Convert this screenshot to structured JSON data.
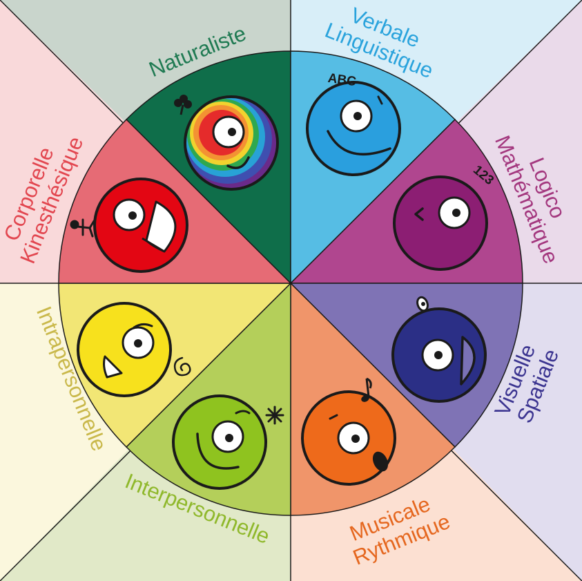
{
  "title": "",
  "colors": {
    "naturaliste": "#0f6e4a",
    "verbale": "#56bde4",
    "logico": "#b0468f",
    "visuelle": "#7f73b5",
    "musicale": "#f0956a",
    "interpersonnelle": "#b4cf5a",
    "intrapersonnelle": "#f2e675",
    "corporelle": "#e66b75"
  },
  "segments": [
    {
      "key": "naturaliste",
      "lines": [
        "Naturaliste"
      ],
      "icon": "clover-icon"
    },
    {
      "key": "verbale",
      "lines": [
        "Verbale",
        "Linguistique"
      ],
      "icon_text": "ABC"
    },
    {
      "key": "logico",
      "lines": [
        "Logico",
        "Mathématique"
      ],
      "icon_text": "123"
    },
    {
      "key": "visuelle",
      "lines": [
        "Visuelle",
        "Spatiale"
      ],
      "icon": "eye-icon"
    },
    {
      "key": "musicale",
      "lines": [
        "Musicale",
        "Rythmique"
      ],
      "icon": "music-note-icon"
    },
    {
      "key": "interpersonnelle",
      "lines": [
        "Interpersonnelle"
      ],
      "icon": "snowflake-icon"
    },
    {
      "key": "intrapersonnelle",
      "lines": [
        "Intrapersonnelle"
      ],
      "icon": "spiral-icon"
    },
    {
      "key": "corporelle",
      "lines": [
        "Corporelle",
        "Kinesthésique"
      ],
      "icon": "stick-figure-icon"
    }
  ]
}
